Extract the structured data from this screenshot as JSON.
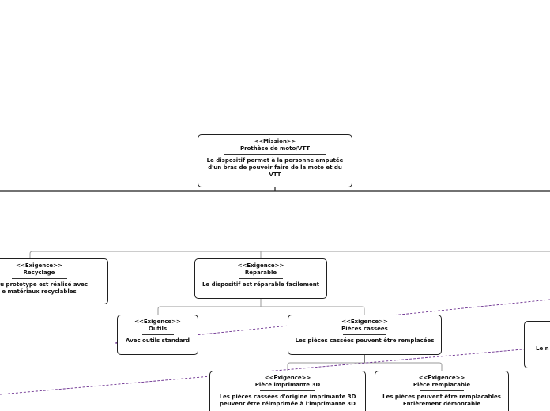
{
  "nodes": {
    "mission": {
      "stereotype": "<<Mission>>",
      "title": "Prothèse de moto/VTT",
      "description": "Le dispositif permet à la personne amputée d'un bras de pouvoir faire de la moto et du VTT"
    },
    "recyclage": {
      "stereotype": "<<Exigence>>",
      "title": "Recyclage",
      "description": "e du prototype est réalisé avec\ne matériaux recyclables"
    },
    "reparable": {
      "stereotype": "<<Exigence>>",
      "title": "Réparable",
      "description": "Le dispositif est réparable facilement"
    },
    "outils": {
      "stereotype": "<<Exigence>>",
      "title": "Outils",
      "description": "Avec outils standard"
    },
    "pieces_cassees": {
      "stereotype": "<<Exigence>>",
      "title": "Pièces cassées",
      "description": "Les pièces cassées peuvent être remplacées"
    },
    "piece_imprimante": {
      "stereotype": "<<Exigence>>",
      "title": "Pièce imprimante 3D",
      "description": "Les pièces cassées d'origine imprimante 3D peuvent être réimprimée à l'imprimante 3D"
    },
    "piece_remplacable": {
      "stereotype": "<<Exigence>>",
      "title": "Pièce remplacable",
      "description": "Les pièces peuvent être remplacables Entièrement démontable"
    },
    "right_partial": {
      "description": "Le n"
    }
  },
  "colors": {
    "connector": "#1f1f1f",
    "branch": "#9a9a9a",
    "dashed_link": "#6b2f8f"
  }
}
